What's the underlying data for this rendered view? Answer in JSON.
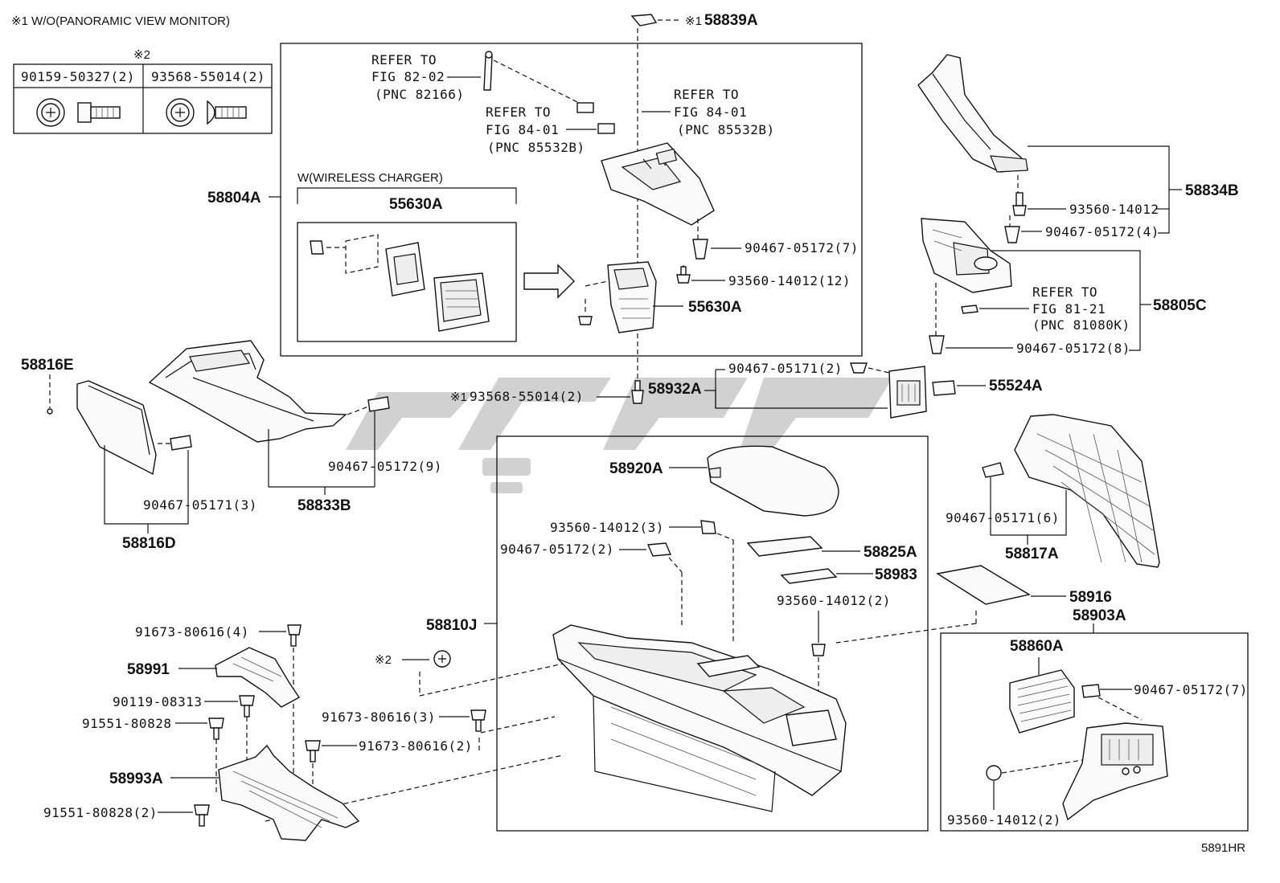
{
  "notes": {
    "note1": "※1 W/O(PANORAMIC VIEW MONITOR)",
    "note2_mark": "※2",
    "mark1": "※1",
    "mark2": "※2"
  },
  "bolt_table": {
    "col1": "90159-50327(2)",
    "col2": "93568-55014(2)"
  },
  "wireless": {
    "group_label": "W(WIRELESS CHARGER)",
    "part": "55630A"
  },
  "refs": {
    "r1_line1": "REFER TO",
    "r1_line2": "FIG 82-02",
    "r1_line3": "(PNC 82166)",
    "r2_line1": "REFER TO",
    "r2_line2": "FIG 84-01",
    "r2_line3": "(PNC 85532B)",
    "r3_line1": "REFER TO",
    "r3_line2": "FIG 84-01",
    "r3_line3": "(PNC 85532B)",
    "r4_line1": "REFER TO",
    "r4_line2": "FIG 81-21",
    "r4_line3": "(PNC 81080K)"
  },
  "parts": {
    "p58839A": "58839A",
    "p58804A": "58804A",
    "p90467_7a": "90467-05172(7)",
    "p93560_12": "93560-14012(12)",
    "p55630A_b": "55630A",
    "p58834B": "58834B",
    "p93560_a": "93560-14012",
    "p90467_4": "90467-05172(4)",
    "p58805C": "58805C",
    "p90467_8": "90467-05172(8)",
    "p58816E": "58816E",
    "p93568_2": "93568-55014(2)",
    "p58932A": "58932A",
    "p90467_05171_2": "90467-05171(2)",
    "p55524A": "55524A",
    "p90467_9": "90467-05172(9)",
    "p90467_05171_3": "90467-05171(3)",
    "p58833B": "58833B",
    "p58816D": "58816D",
    "p58920A": "58920A",
    "p93560_3": "93560-14012(3)",
    "p90467_2": "90467-05172(2)",
    "p58825A": "58825A",
    "p58983": "58983",
    "p90467_05171_6": "90467-05171(6)",
    "p58817A": "58817A",
    "p93560_2a": "93560-14012(2)",
    "p58916": "58916",
    "p58903A": "58903A",
    "p58810J": "58810J",
    "p91673_4": "91673-80616(4)",
    "p58991": "58991",
    "p90119": "90119-08313",
    "p91551": "91551-80828",
    "p91673_3": "91673-80616(3)",
    "p91673_2": "91673-80616(2)",
    "p58993A": "58993A",
    "p91551_2": "91551-80828(2)",
    "p58860A": "58860A",
    "p90467_7b": "90467-05172(7)",
    "p93560_2b": "93560-14012(2)"
  },
  "figure_id": "5891HR"
}
